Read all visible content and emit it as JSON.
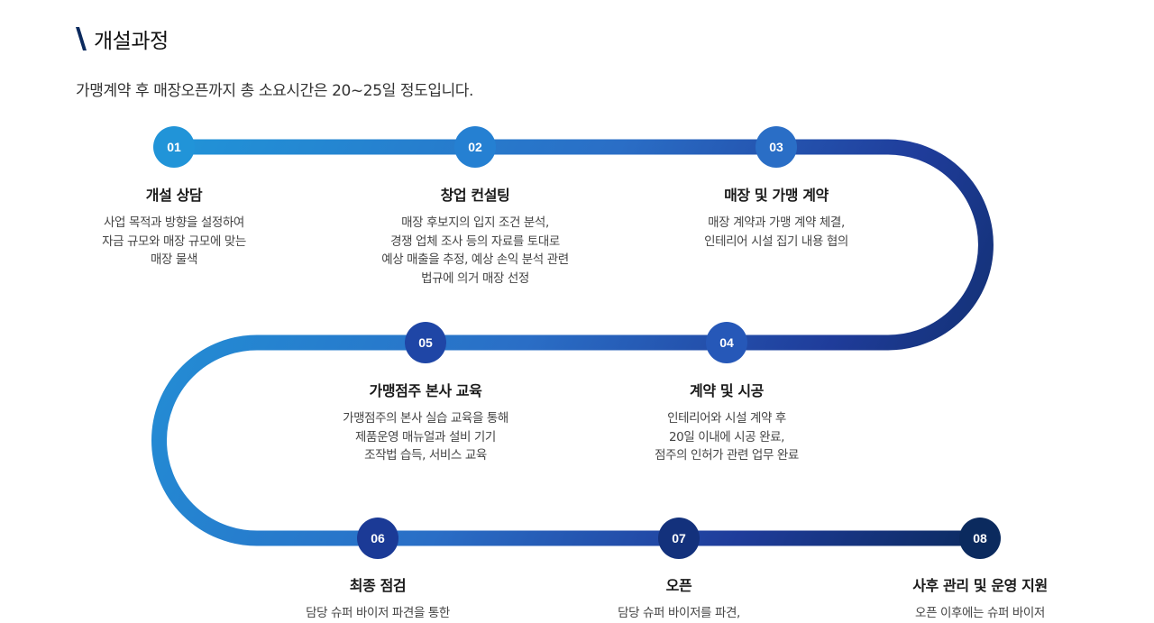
{
  "section": {
    "title": "개설과정",
    "intro": "가맹계약 후 매장오픈까지 총 소요시간은 20~25일 정도입니다."
  },
  "colors": {
    "gradient_start": "#2194d8",
    "gradient_mid": "#2a6ec6",
    "gradient_deep": "#1f3c9a",
    "gradient_end": "#0b2a5e",
    "accent_mark": "#0b2a5e"
  },
  "steps": [
    {
      "number": "01",
      "title": "개설 상담",
      "lines": [
        "사업 목적과 방향을 설정하여",
        "자금 규모와 매장 규모에 맞는",
        "매장 물색"
      ]
    },
    {
      "number": "02",
      "title": "창업 컨설팅",
      "lines": [
        "매장 후보지의 입지 조건 분석,",
        "경쟁 업체 조사 등의 자료를 토대로",
        "예상 매출을 추정, 예상 손익 분석 관련",
        "법규에 의거 매장 선정"
      ]
    },
    {
      "number": "03",
      "title": "매장 및 가맹 계약",
      "lines": [
        "매장 계약과 가맹 계약 체결,",
        "인테리어 시설 집기 내용 협의"
      ]
    },
    {
      "number": "04",
      "title": "계약 및 시공",
      "lines": [
        "인테리어와 시설 계약 후",
        "20일 이내에 시공 완료,",
        "점주의 인허가 관련 업무 완료"
      ]
    },
    {
      "number": "05",
      "title": "가맹점주 본사 교육",
      "lines": [
        "가맹점주의 본사 실습 교육을 통해",
        "제품운영 매뉴얼과 설비 기기",
        "조작법 습득, 서비스 교육"
      ]
    },
    {
      "number": "06",
      "title": "최종 점검",
      "lines": [
        "담당 슈퍼 바이저 파견을 통한"
      ]
    },
    {
      "number": "07",
      "title": "오픈",
      "lines": [
        "담당 슈퍼 바이저를 파견,"
      ]
    },
    {
      "number": "08",
      "title": "사후 관리 및 운영 지원",
      "lines": [
        "오픈 이후에는 슈퍼 바이저"
      ]
    }
  ]
}
